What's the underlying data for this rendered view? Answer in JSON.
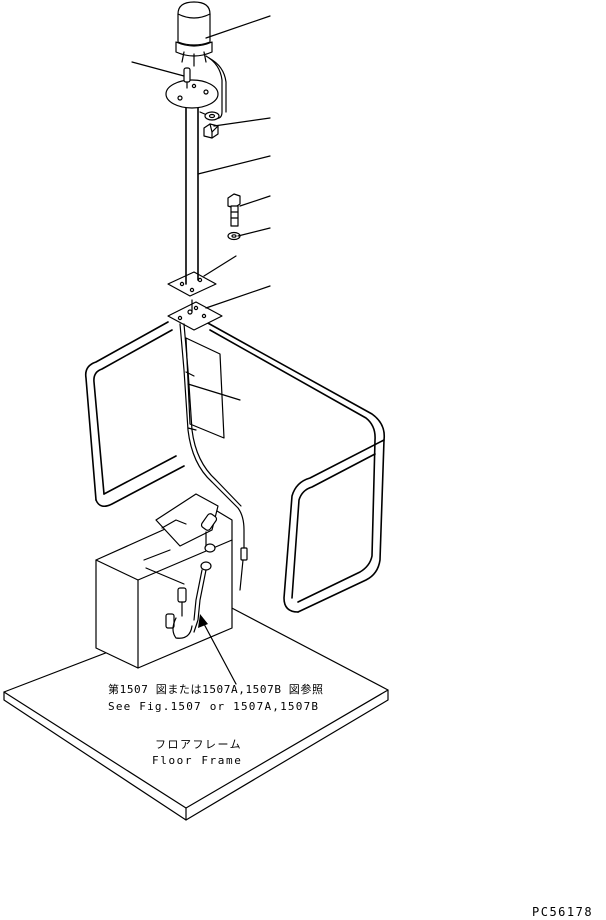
{
  "note": {
    "reference_jp": "第1507 図または1507A,1507B 図参照",
    "reference_en": "See Fig.1507 or 1507A,1507B"
  },
  "base": {
    "label_jp": "フロアフレーム",
    "label_en": "Floor Frame"
  },
  "drawing_code": "PC56178"
}
